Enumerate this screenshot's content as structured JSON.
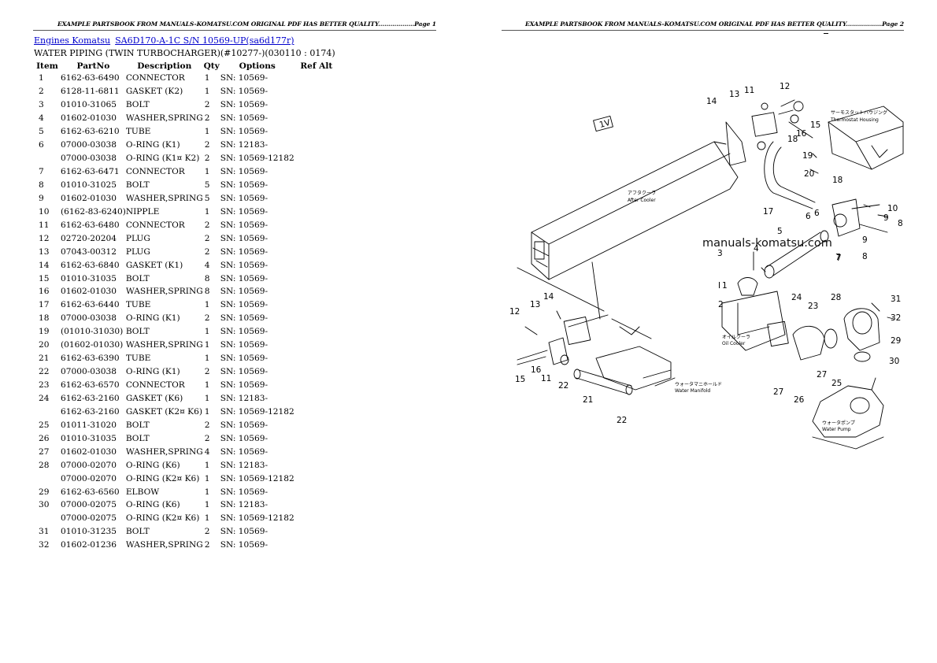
{
  "header": {
    "page1_text": "EXAMPLE PARTSBOOK FROM MANUALS-KOMATSU.COM ORIGINAL PDF HAS BETTER QUALITY..................Page 1",
    "page2_text": "EXAMPLE PARTSBOOK FROM MANUALS-KOMATSU.COM ORIGINAL PDF HAS BETTER QUALITY..................Page 2"
  },
  "breadcrumb": {
    "link1": "Engines Komatsu",
    "link2": "SA6D170-A-1C S/N 10569-UP(sa6d177r)"
  },
  "subtitle": "WATER PIPING (TWIN TURBOCHARGER)(#10277-)(030110 : 0174)",
  "columns": [
    "Item",
    "PartNo",
    "Description",
    "Qty",
    "Options",
    "Ref Alt"
  ],
  "rows": [
    {
      "item": "1",
      "partno": "6162-63-6490",
      "desc": "CONNECTOR",
      "qty": "1",
      "opt": "SN: 10569-"
    },
    {
      "item": "2",
      "partno": "6128-11-6811",
      "desc": "GASKET (K2)",
      "qty": "1",
      "opt": "SN: 10569-"
    },
    {
      "item": "3",
      "partno": "01010-31065",
      "desc": "BOLT",
      "qty": "2",
      "opt": "SN: 10569-"
    },
    {
      "item": "4",
      "partno": "01602-01030",
      "desc": "WASHER,SPRING",
      "qty": "2",
      "opt": "SN: 10569-"
    },
    {
      "item": "5",
      "partno": "6162-63-6210",
      "desc": "TUBE",
      "qty": "1",
      "opt": "SN: 10569-"
    },
    {
      "item": "6",
      "partno": "07000-03038",
      "desc": "O-RING (K1)",
      "qty": "2",
      "opt": "SN: 12183-"
    },
    {
      "item": "",
      "partno": "07000-03038",
      "desc": "O-RING (K1¤ K2)",
      "qty": "2",
      "opt": "SN: 10569-12182"
    },
    {
      "item": "7",
      "partno": "6162-63-6471",
      "desc": "CONNECTOR",
      "qty": "1",
      "opt": "SN: 10569-"
    },
    {
      "item": "8",
      "partno": "01010-31025",
      "desc": "BOLT",
      "qty": "5",
      "opt": "SN: 10569-"
    },
    {
      "item": "9",
      "partno": "01602-01030",
      "desc": "WASHER,SPRING",
      "qty": "5",
      "opt": "SN: 10569-"
    },
    {
      "item": "10",
      "partno": "(6162-83-6240)",
      "desc": "NIPPLE",
      "qty": "1",
      "opt": "SN: 10569-"
    },
    {
      "item": "11",
      "partno": "6162-63-6480",
      "desc": "CONNECTOR",
      "qty": "2",
      "opt": "SN: 10569-"
    },
    {
      "item": "12",
      "partno": "02720-20204",
      "desc": "PLUG",
      "qty": "2",
      "opt": "SN: 10569-"
    },
    {
      "item": "13",
      "partno": "07043-00312",
      "desc": "PLUG",
      "qty": "2",
      "opt": "SN: 10569-"
    },
    {
      "item": "14",
      "partno": "6162-63-6840",
      "desc": "GASKET (K1)",
      "qty": "4",
      "opt": "SN: 10569-"
    },
    {
      "item": "15",
      "partno": "01010-31035",
      "desc": "BOLT",
      "qty": "8",
      "opt": "SN: 10569-"
    },
    {
      "item": "16",
      "partno": "01602-01030",
      "desc": "WASHER,SPRING",
      "qty": "8",
      "opt": "SN: 10569-"
    },
    {
      "item": "17",
      "partno": "6162-63-6440",
      "desc": "TUBE",
      "qty": "1",
      "opt": "SN: 10569-"
    },
    {
      "item": "18",
      "partno": "07000-03038",
      "desc": "O-RING (K1)",
      "qty": "2",
      "opt": "SN: 10569-"
    },
    {
      "item": "19",
      "partno": "(01010-31030)",
      "desc": "BOLT",
      "qty": "1",
      "opt": "SN: 10569-"
    },
    {
      "item": "20",
      "partno": "(01602-01030)",
      "desc": "WASHER,SPRING",
      "qty": "1",
      "opt": "SN: 10569-"
    },
    {
      "item": "21",
      "partno": "6162-63-6390",
      "desc": "TUBE",
      "qty": "1",
      "opt": "SN: 10569-"
    },
    {
      "item": "22",
      "partno": "07000-03038",
      "desc": "O-RING (K1)",
      "qty": "2",
      "opt": "SN: 10569-"
    },
    {
      "item": "23",
      "partno": "6162-63-6570",
      "desc": "CONNECTOR",
      "qty": "1",
      "opt": "SN: 10569-"
    },
    {
      "item": "24",
      "partno": "6162-63-2160",
      "desc": "GASKET (K6)",
      "qty": "1",
      "opt": "SN: 12183-"
    },
    {
      "item": "",
      "partno": "6162-63-2160",
      "desc": "GASKET (K2¤ K6)",
      "qty": "1",
      "opt": "SN: 10569-12182"
    },
    {
      "item": "25",
      "partno": "01011-31020",
      "desc": "BOLT",
      "qty": "2",
      "opt": "SN: 10569-"
    },
    {
      "item": "26",
      "partno": "01010-31035",
      "desc": "BOLT",
      "qty": "2",
      "opt": "SN: 10569-"
    },
    {
      "item": "27",
      "partno": "01602-01030",
      "desc": "WASHER,SPRING",
      "qty": "4",
      "opt": "SN: 10569-"
    },
    {
      "item": "28",
      "partno": "07000-02070",
      "desc": "O-RING (K6)",
      "qty": "1",
      "opt": "SN: 12183-"
    },
    {
      "item": "",
      "partno": "07000-02070",
      "desc": "O-RING (K2¤ K6)",
      "qty": "1",
      "opt": "SN: 10569-12182"
    },
    {
      "item": "29",
      "partno": "6162-63-6560",
      "desc": "ELBOW",
      "qty": "1",
      "opt": "SN: 10569-"
    },
    {
      "item": "30",
      "partno": "07000-02075",
      "desc": "O-RING (K6)",
      "qty": "1",
      "opt": "SN: 12183-"
    },
    {
      "item": "",
      "partno": "07000-02075",
      "desc": "O-RING (K2¤ K6)",
      "qty": "1",
      "opt": "SN: 10569-12182"
    },
    {
      "item": "31",
      "partno": "01010-31235",
      "desc": "BOLT",
      "qty": "2",
      "opt": "SN: 10569-"
    },
    {
      "item": "32",
      "partno": "01602-01236",
      "desc": "WASHER,SPRING",
      "qty": "2",
      "opt": "SN: 10569-"
    }
  ],
  "diagram": {
    "watermark": "manuals-komatsu.com",
    "callouts": [
      "1",
      "2",
      "3",
      "4",
      "5",
      "6",
      "7",
      "8",
      "9",
      "10",
      "11",
      "12",
      "13",
      "14",
      "15",
      "16",
      "17",
      "18",
      "19",
      "20",
      "21",
      "22",
      "23",
      "24",
      "25",
      "26",
      "27",
      "28",
      "29",
      "30",
      "31",
      "32"
    ],
    "labels": {
      "thermostat_jp": "サーモスタットハウジング",
      "thermostat": "Thermostat Housing",
      "aftercooler_jp": "アフタクーラ",
      "aftercooler": "After Cooler",
      "oilcooler_jp": "オイルクーラ",
      "oilcooler": "Oil Cooler",
      "manifold_jp": "ウォータマニホールド",
      "manifold": "Water Manifold",
      "pump_jp": "ウォータポンプ",
      "pump": "Water Pump",
      "box": "1V",
      "letter_i": "I"
    }
  }
}
